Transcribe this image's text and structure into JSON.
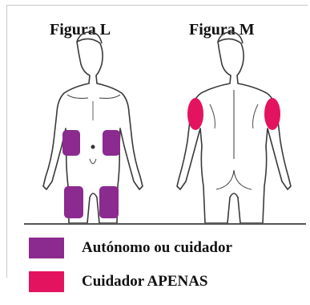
{
  "figures": {
    "left_title": "Figura L",
    "right_title": "Figura M"
  },
  "legend": [
    {
      "label": "Autónomo ou cuidador",
      "color": "#8b2a8f"
    },
    {
      "label": "Cuidador APENAS",
      "color": "#e3135f"
    }
  ],
  "colors": {
    "outline": "#3a3a3a",
    "body_fill": "#ffffff"
  }
}
